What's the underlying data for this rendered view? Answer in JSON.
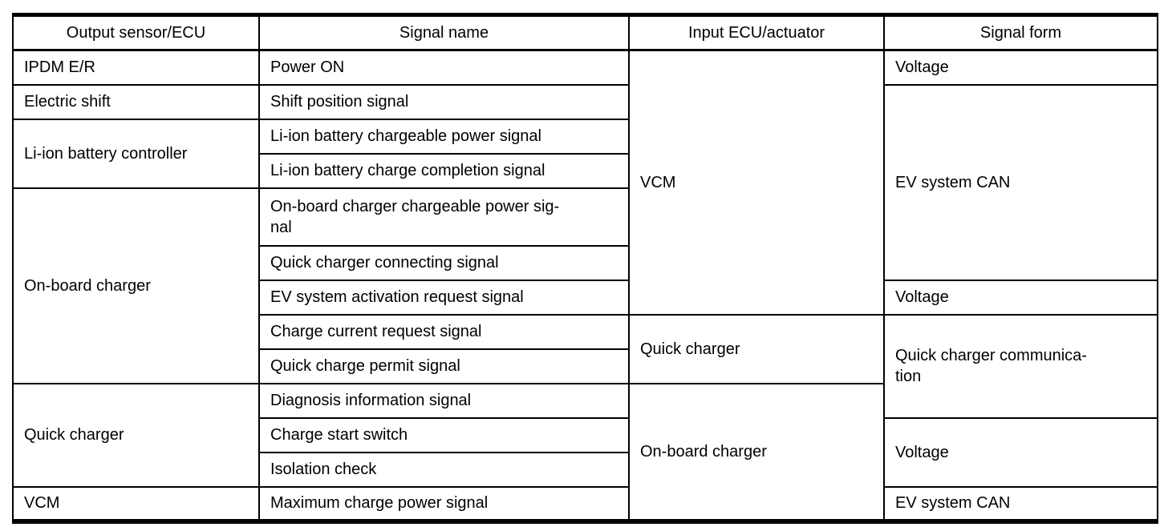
{
  "colors": {
    "border": "#000000",
    "text": "#000000",
    "background": "#ffffff"
  },
  "table": {
    "headers": {
      "output": "Output sensor/ECU",
      "signal": "Signal name",
      "input": "Input ECU/actuator",
      "form": "Signal form"
    },
    "rows": [
      {
        "output": "IPDM E/R",
        "signal": "Power ON",
        "input": "VCM",
        "form": "Voltage"
      },
      {
        "output": "Electric shift",
        "signal": "Shift position signal",
        "form": "EV system CAN"
      },
      {
        "output": "Li-ion battery controller",
        "signal": "Li-ion battery chargeable power signal"
      },
      {
        "signal": "Li-ion battery charge completion signal"
      },
      {
        "output": "On-board charger",
        "signal": "On-board charger chargeable power sig-\nnal"
      },
      {
        "signal": "Quick charger connecting signal"
      },
      {
        "signal": "EV system activation request signal",
        "form": "Voltage"
      },
      {
        "signal": "Charge current request signal",
        "input": "Quick charger",
        "form": "Quick charger communica-\ntion"
      },
      {
        "signal": "Quick charge permit signal"
      },
      {
        "output": "Quick charger",
        "signal": "Diagnosis information signal",
        "input": "On-board charger"
      },
      {
        "signal": "Charge start switch",
        "form": "Voltage"
      },
      {
        "signal": "Isolation check"
      },
      {
        "output": "VCM",
        "signal": "Maximum charge power signal",
        "form": "EV system CAN"
      }
    ]
  }
}
